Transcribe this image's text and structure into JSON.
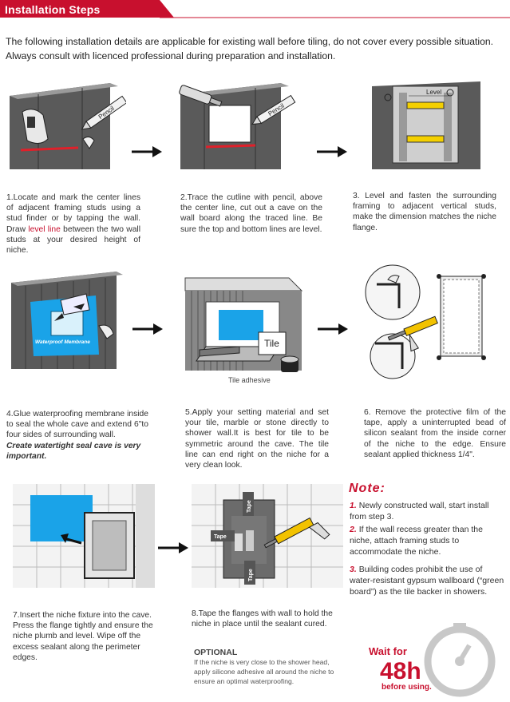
{
  "header": {
    "title": "Installation Steps"
  },
  "intro": {
    "line1": "The following installation details are applicable for existing wall before tiling, do not cover every possible situation.",
    "line2": "Always consult with licenced professional during  preparation and  installation."
  },
  "illustrations": {
    "pencil_label": "Pencil",
    "level_label": "Level",
    "membrane_label": "Waterproof Membrane",
    "tile_label": "Tile",
    "tile_adhesive_label": "Tile adhesive",
    "tape_label": "Tape"
  },
  "steps": {
    "s1_pre": "1.Locate and mark the center lines of adjacent framing studs using a stud finder or by tapping the wall. Draw ",
    "s1_red": "level line",
    "s1_post": " between the two wall studs at your desired height of niche.",
    "s2": "2.Trace the cutline with pencil, above the center line, cut out a cave on the wall board along the traced line. Be sure the top and bottom lines are level.",
    "s3": "3. Level and fasten the surrounding framing to adjacent vertical studs, make the dimension matches the niche flange.",
    "s4_main": "4.Glue waterproofing membrane inside to seal the whole cave and extend 6\"to four sides of  surrounding wall.",
    "s4_emph": "Create watertight seal cave is very important.",
    "s5": "5.Apply your setting material and set your tile, marble or stone directly to shower wall.It is best for tile to be symmetric around the cave. The tile line can end right on the niche for a very clean look.",
    "s6": "6. Remove the protective film of the tape, apply a uninterrupted bead of silicon sealant from the inside corner of the niche to the edge. Ensure sealant applied thickness 1/4\".",
    "s7": "7.Insert the niche fixture into the cave. Press the flange tightly and ensure the niche plumb and level. Wipe off the excess sealant along the perimeter edges.",
    "s8": "8.Tape the flanges with wall to hold the niche in place until the sealant cured."
  },
  "optional": {
    "title": "OPTIONAL",
    "text": "If the niche is very close to the shower head, apply silicone adhesive all around the niche to ensure an optimal waterproofing."
  },
  "note": {
    "title": "Note:",
    "items": [
      {
        "num": "1.",
        "text": "Newly constructed wall, start install from step 3."
      },
      {
        "num": "2.",
        "text": "If the wall recess greater than the niche, attach framing studs to accommodate the niche."
      },
      {
        "num": "3.",
        "text": "Building codes prohibit the use of water-resistant gypsum wallboard (“green board”)  as the tile backer in showers."
      }
    ]
  },
  "wait": {
    "line1": "Wait for",
    "value": "48h",
    "line2": "before using."
  },
  "colors": {
    "brand_red": "#c8102e",
    "membrane_blue": "#1aa3e8",
    "level_yellow": "#f4d000"
  }
}
